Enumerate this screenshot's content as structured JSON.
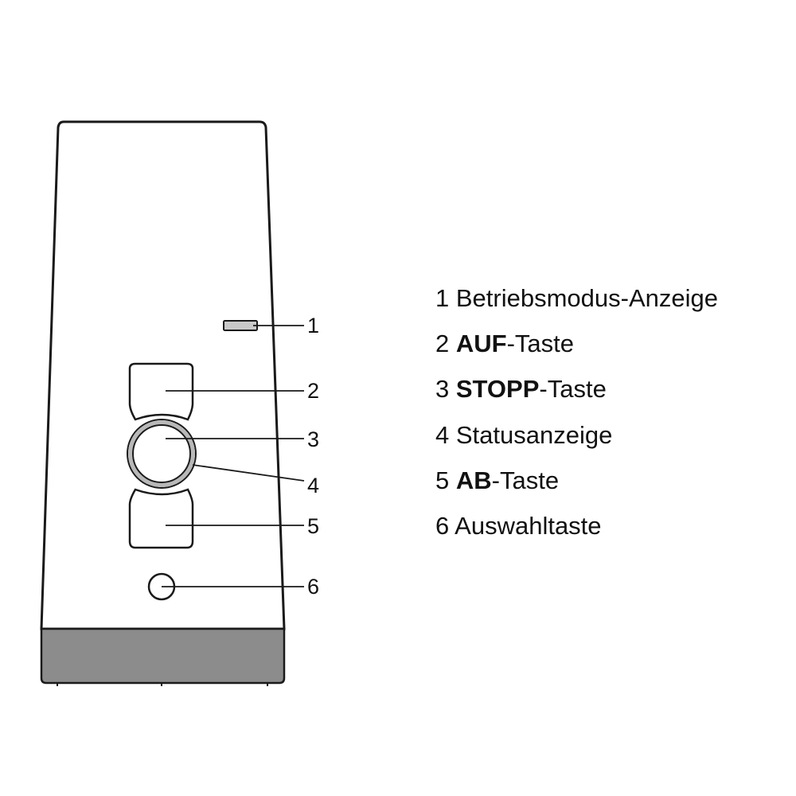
{
  "callouts": [
    "1",
    "2",
    "3",
    "4",
    "5",
    "6"
  ],
  "legend": [
    {
      "num": "1",
      "bold": "",
      "text": "Betriebsmodus-Anzeige"
    },
    {
      "num": "2",
      "bold": "AUF",
      "text": "-Taste"
    },
    {
      "num": "3",
      "bold": "STOPP",
      "text": "-Taste"
    },
    {
      "num": "4",
      "bold": "",
      "text": "Statusanzeige"
    },
    {
      "num": "5",
      "bold": "AB",
      "text": "-Taste"
    },
    {
      "num": "6",
      "bold": "",
      "text": "Auswahltaste"
    }
  ],
  "colors": {
    "outline": "#1a1a1a",
    "base_band": "#8c8c8c",
    "status_ring": "#b8b8b8",
    "mode_indicator": "#c9c9c9"
  }
}
